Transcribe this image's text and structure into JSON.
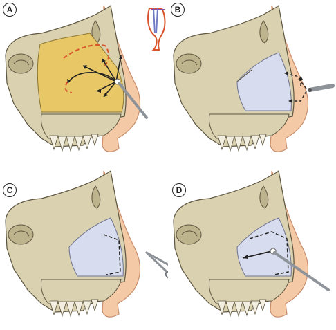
{
  "panels": [
    {
      "label": "A",
      "step": "incision-and-mucosal-flap-elevation"
    },
    {
      "label": "B",
      "step": "flap-raised-with-elevator"
    },
    {
      "label": "C",
      "step": "cartilage-incision-with-scissors"
    },
    {
      "label": "D",
      "step": "cartilage-removal-with-forceps"
    }
  ],
  "colors": {
    "bone": "#d9d1b0",
    "bone_dark": "#bdb38c",
    "septum_mucosa": "#e8c766",
    "exposed_cartilage": "#d8dcef",
    "skin": "#f3c9a6",
    "incision_line": "#d9542b",
    "instrument": "#8e9399"
  }
}
